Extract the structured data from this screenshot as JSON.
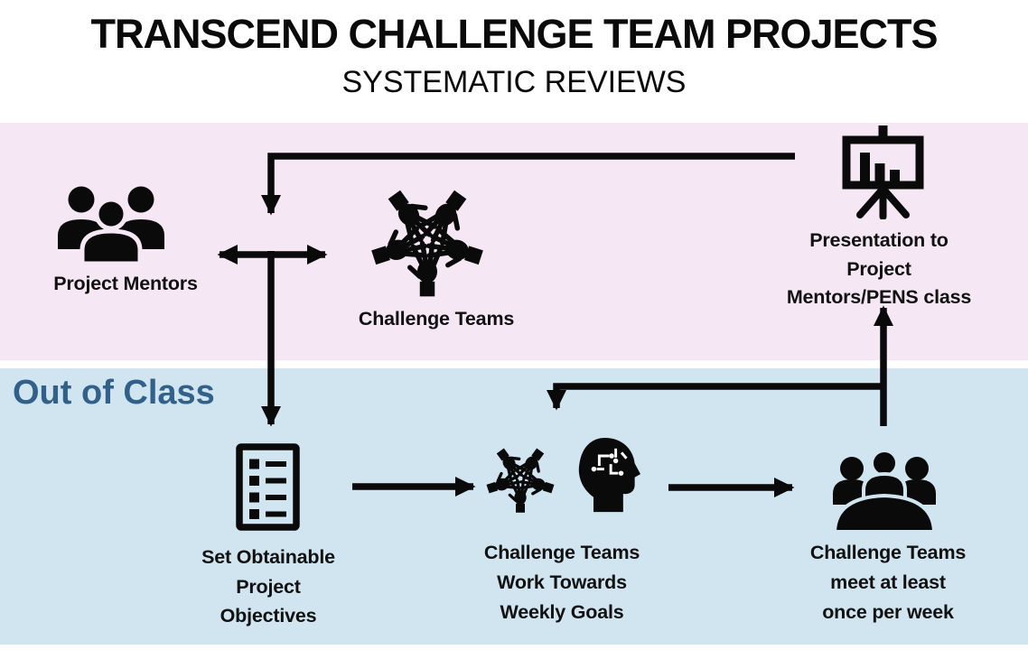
{
  "title": "TRANSCEND CHALLENGE TEAM PROJECTS",
  "subtitle": "SYSTEMATIC REVIEWS",
  "bands": {
    "in_class": {
      "color": "#f5e8f4"
    },
    "out_of_class": {
      "label": "Out of Class",
      "color": "#d0e5f0",
      "label_color": "#31618a"
    }
  },
  "nodes": {
    "project_mentors": {
      "label": "Project Mentors",
      "icon": "people-group-icon"
    },
    "challenge_teams": {
      "label": "Challenge Teams",
      "icon": "hands-together-icon"
    },
    "presentation": {
      "lines": [
        "Presentation to",
        "Project",
        "Mentors/PENS class"
      ],
      "icon": "presentation-chart-icon"
    },
    "set_objectives": {
      "lines": [
        "Set Obtainable",
        "Project",
        "Objectives"
      ],
      "icon": "checklist-icon"
    },
    "weekly_goals": {
      "lines": [
        "Challenge Teams",
        "Work Towards",
        "Weekly Goals"
      ],
      "icon": "hands-and-brain-icon"
    },
    "weekly_meeting": {
      "lines": [
        "Challenge Teams",
        "meet at least",
        "once per week"
      ],
      "icon": "meeting-table-icon"
    }
  },
  "edges": [
    {
      "from": "presentation",
      "to": "mentors_teams_junction",
      "style": "arrow"
    },
    {
      "from": "project_mentors",
      "to": "challenge_teams",
      "style": "double-arrow"
    },
    {
      "from": "mentors_teams_junction",
      "to": "set_objectives",
      "style": "arrow"
    },
    {
      "from": "set_objectives",
      "to": "weekly_goals",
      "style": "arrow"
    },
    {
      "from": "weekly_goals",
      "to": "weekly_meeting",
      "style": "arrow"
    },
    {
      "from": "weekly_meeting",
      "to": "presentation",
      "style": "arrow"
    },
    {
      "from": "weekly_meeting",
      "to": "weekly_goals",
      "style": "arrow"
    }
  ],
  "colors": {
    "arrow": "#0a0a0a",
    "text": "#111111"
  }
}
